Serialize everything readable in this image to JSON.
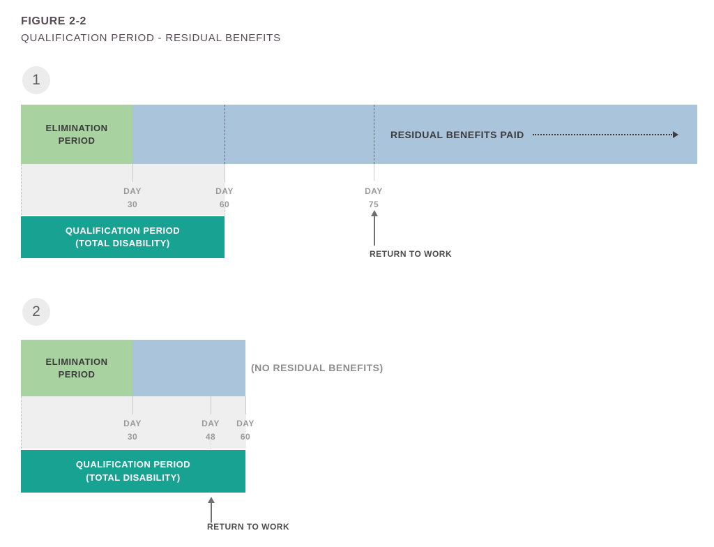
{
  "figure": {
    "label": "FIGURE 2-2",
    "title": "QUALIFICATION PERIOD - RESIDUAL BENEFITS"
  },
  "colors": {
    "elimination_green": "#a9d2a1",
    "benefits_blue": "#a9c4db",
    "qualification_teal": "#17a292",
    "timeline_gray": "#f0efef",
    "circle_gray": "#ececec",
    "header_text": "#584c54",
    "dark_text": "#3b3b3b",
    "muted_text": "#9a9a9a"
  },
  "scenario1": {
    "number": "1",
    "elimination_line1": "ELIMINATION",
    "elimination_line2": "PERIOD",
    "residual_paid_label": "RESIDUAL BENEFITS PAID",
    "days": [
      {
        "word": "DAY",
        "num": "30"
      },
      {
        "word": "DAY",
        "num": "60"
      },
      {
        "word": "DAY",
        "num": "75"
      }
    ],
    "qualification_line1": "QUALIFICATION PERIOD",
    "qualification_line2": "(TOTAL DISABILITY)",
    "return_to_work": "RETURN TO WORK"
  },
  "scenario2": {
    "number": "2",
    "elimination_line1": "ELIMINATION",
    "elimination_line2": "PERIOD",
    "no_residual_label": "(NO RESIDUAL BENEFITS)",
    "days": [
      {
        "word": "DAY",
        "num": "30"
      },
      {
        "word": "DAY",
        "num": "48"
      },
      {
        "word": "DAY",
        "num": "60"
      }
    ],
    "qualification_line1": "QUALIFICATION PERIOD",
    "qualification_line2": "(TOTAL DISABILITY)",
    "return_to_work": "RETURN TO WORK"
  }
}
